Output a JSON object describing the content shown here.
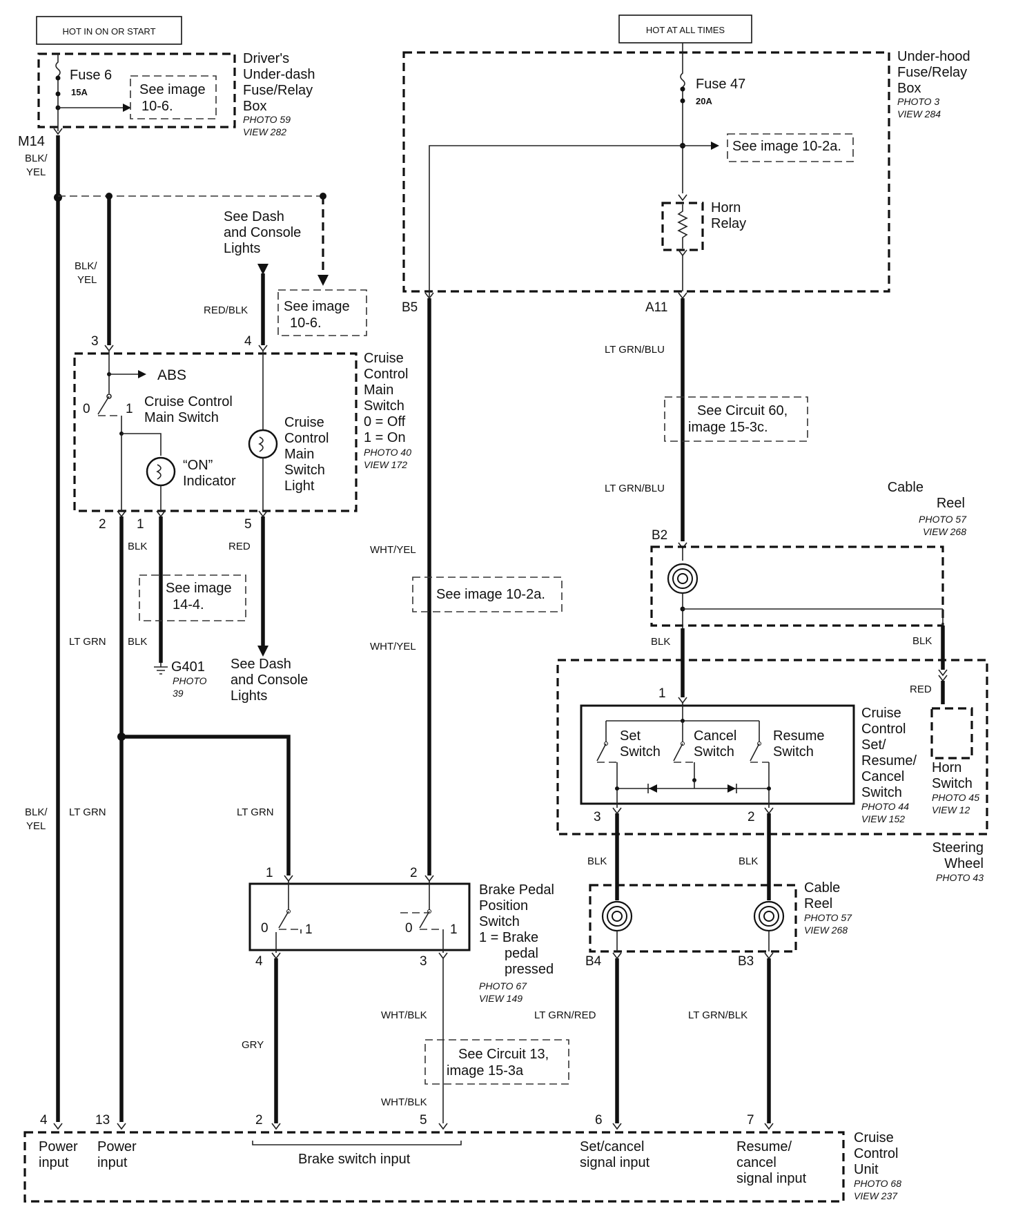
{
  "headers": {
    "hot_on_start": "HOT IN ON OR START",
    "hot_all_times": "HOT AT ALL TIMES"
  },
  "drivers_box": {
    "fuse_label": "Fuse 6",
    "fuse_amps": "15A",
    "see_lines": [
      "See image",
      "10-6."
    ],
    "name_lines": [
      "Driver's",
      "Under-dash",
      "Fuse/Relay",
      "Box"
    ],
    "photo": "PHOTO 59",
    "view": "VIEW 282",
    "connector": "M14"
  },
  "underhood_box": {
    "fuse_label": "Fuse 47",
    "fuse_amps": "20A",
    "see_text": "See image 10-2a.",
    "relay_lines": [
      "Horn",
      "Relay"
    ],
    "name_lines": [
      "Under-hood",
      "Fuse/Relay",
      "Box"
    ],
    "photo": "PHOTO 3",
    "view": "VIEW 284",
    "pin_b5": "B5",
    "pin_a11": "A11"
  },
  "dash_lights_top": [
    "See Dash",
    "and Console",
    "Lights"
  ],
  "see_10_6": [
    "See image",
    "10-6."
  ],
  "main_switch": {
    "pin3": "3",
    "pin4": "4",
    "pin2": "2",
    "pin1": "1",
    "pin5": "5",
    "abs": "ABS",
    "pos0": "0",
    "pos1": "1",
    "switch_lines": [
      "Cruise Control",
      "Main Switch"
    ],
    "indicator_lines": [
      "“ON”",
      "Indicator"
    ],
    "light_lines": [
      "Cruise",
      "Control",
      "Main",
      "Switch",
      "Light"
    ],
    "name_lines": [
      "Cruise",
      "Control",
      "Main",
      "Switch",
      "0 = Off",
      "1 = On"
    ],
    "photo": "PHOTO 40",
    "view": "VIEW 172"
  },
  "see_14_4": [
    "See image",
    "14-4."
  ],
  "ground": {
    "name": "G401",
    "photo_lines": [
      "PHOTO",
      "39"
    ]
  },
  "dash_lights_bottom": [
    "See Dash",
    "and Console",
    "Lights"
  ],
  "see_10_2a_mid": "See image 10-2a.",
  "see_circuit_60": [
    "See Circuit 60,",
    "image 15-3c."
  ],
  "cable_reel_top": {
    "name_lines": [
      "Cable",
      "Reel"
    ],
    "photo": "PHOTO 57",
    "view": "VIEW 268",
    "pin": "B2"
  },
  "steering": {
    "pin1": "1",
    "pin3": "3",
    "pin2": "2",
    "set_lines": [
      "Set",
      "Switch"
    ],
    "cancel_lines": [
      "Cancel",
      "Switch"
    ],
    "resume_lines": [
      "Resume",
      "Switch"
    ],
    "name_lines": [
      "Cruise",
      "Control",
      "Set/",
      "Resume/",
      "Cancel",
      "Switch"
    ],
    "photo": "PHOTO 44",
    "view": "VIEW 152",
    "horn_lines": [
      "Horn",
      "Switch"
    ],
    "horn_photo": "PHOTO 45",
    "horn_view": "VIEW 12",
    "wheel_lines": [
      "Steering",
      "Wheel"
    ],
    "wheel_photo": "PHOTO 43"
  },
  "brake_switch": {
    "pin1": "1",
    "pin2": "2",
    "pin4": "4",
    "pin3": "3",
    "pos0a": "0",
    "pos1a": "1",
    "pos0b": "0",
    "pos1b": "1",
    "name_lines": [
      "Brake Pedal",
      "Position",
      "Switch",
      "1 = Brake",
      "pedal",
      "pressed"
    ],
    "photo": "PHOTO 67",
    "view": "VIEW 149"
  },
  "cable_reel_bottom": {
    "name_lines": [
      "Cable",
      "Reel"
    ],
    "photo": "PHOTO 57",
    "view": "VIEW 268",
    "pin_b4": "B4",
    "pin_b3": "B3"
  },
  "see_circuit_13": [
    "See Circuit 13,",
    "image 15-3a"
  ],
  "wires": {
    "blk_yel": [
      "BLK/",
      "YEL"
    ],
    "red_blk": "RED/BLK",
    "blk": "BLK",
    "red": "RED",
    "lt_grn": "LT GRN",
    "wht_yel": "WHT/YEL",
    "lt_grn_blu": "LT GRN/BLU",
    "gry": "GRY",
    "wht_blk": "WHT/BLK",
    "lt_grn_red": "LT GRN/RED",
    "lt_grn_blk": "LT GRN/BLK"
  },
  "cruise_unit": {
    "pin4": "4",
    "pin13": "13",
    "pin2": "2",
    "pin5": "5",
    "pin6": "6",
    "pin7": "7",
    "power1_lines": [
      "Power",
      "input"
    ],
    "power2_lines": [
      "Power",
      "input"
    ],
    "brake_input": "Brake switch input",
    "setcancel_lines": [
      "Set/cancel",
      "signal input"
    ],
    "resume_lines": [
      "Resume/",
      "cancel",
      "signal input"
    ],
    "name_lines": [
      "Cruise",
      "Control",
      "Unit"
    ],
    "photo": "PHOTO 68",
    "view": "VIEW 237"
  }
}
